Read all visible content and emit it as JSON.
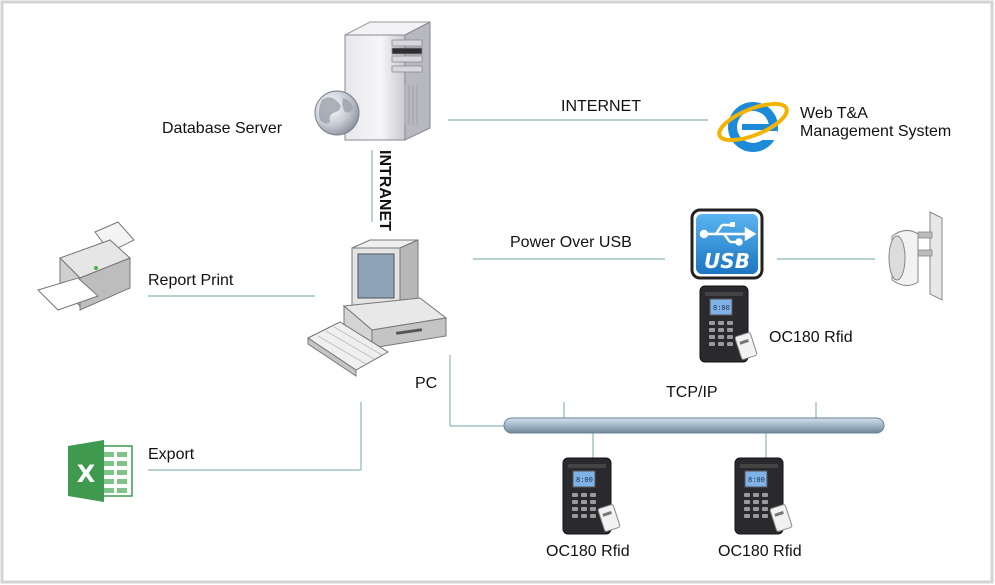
{
  "labels": {
    "database_server": "Database Server",
    "internet": "INTERNET",
    "web_system_line1": "Web T&A",
    "web_system_line2": "Management System",
    "intranet": "INTRANET",
    "report_print": "Report Print",
    "power_over_usb": "Power Over USB",
    "usb_badge": "USB",
    "pc": "PC",
    "tcp_ip": "TCP/IP",
    "export": "Export",
    "device_usb": "OC180 Rfid",
    "device_left": "OC180 Rfid",
    "device_right": "OC180 Rfid"
  },
  "colors": {
    "frame": "#d4d4d4",
    "line": "#8fb4b4",
    "bus": "#9fb6c8",
    "usb_blue": "#2a8fd6",
    "excel_green": "#3f9a4f",
    "ie_blue": "#1c8ad8"
  },
  "icons": {
    "server": "server-tower-icon",
    "globe": "globe-icon",
    "browser": "internet-explorer-icon",
    "printer": "printer-icon",
    "pc": "desktop-computer-icon",
    "usb": "usb-icon",
    "wall_adapter": "wall-power-adapter-icon",
    "excel": "excel-icon",
    "terminal": "rfid-terminal-icon"
  }
}
